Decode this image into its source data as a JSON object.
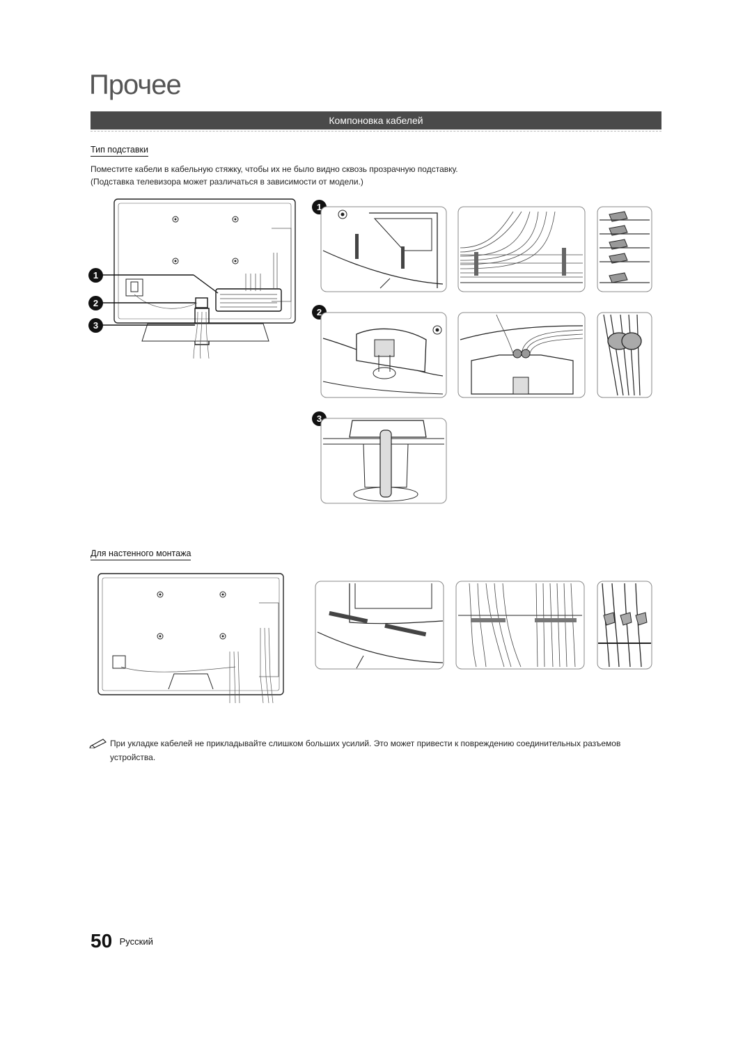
{
  "header": {
    "chapter_title": "Прочее",
    "section_title": "Компоновка кабелей"
  },
  "stand": {
    "heading": "Тип подставки",
    "line1": "Поместите кабели в кабельную стяжку, чтобы их не было видно сквозь прозрачную подставку.",
    "line2": "(Подставка телевизора может различаться в зависимости от модели.)",
    "steps": [
      "1",
      "2",
      "3"
    ]
  },
  "wall": {
    "heading": "Для настенного монтажа"
  },
  "note": {
    "icon": "note-pencil-icon",
    "text": "При укладке кабелей не прикладывайте слишком больших усилий. Это может привести к повреждению соединительных разъемов устройства."
  },
  "footer": {
    "page_number": "50",
    "language": "Русский"
  }
}
